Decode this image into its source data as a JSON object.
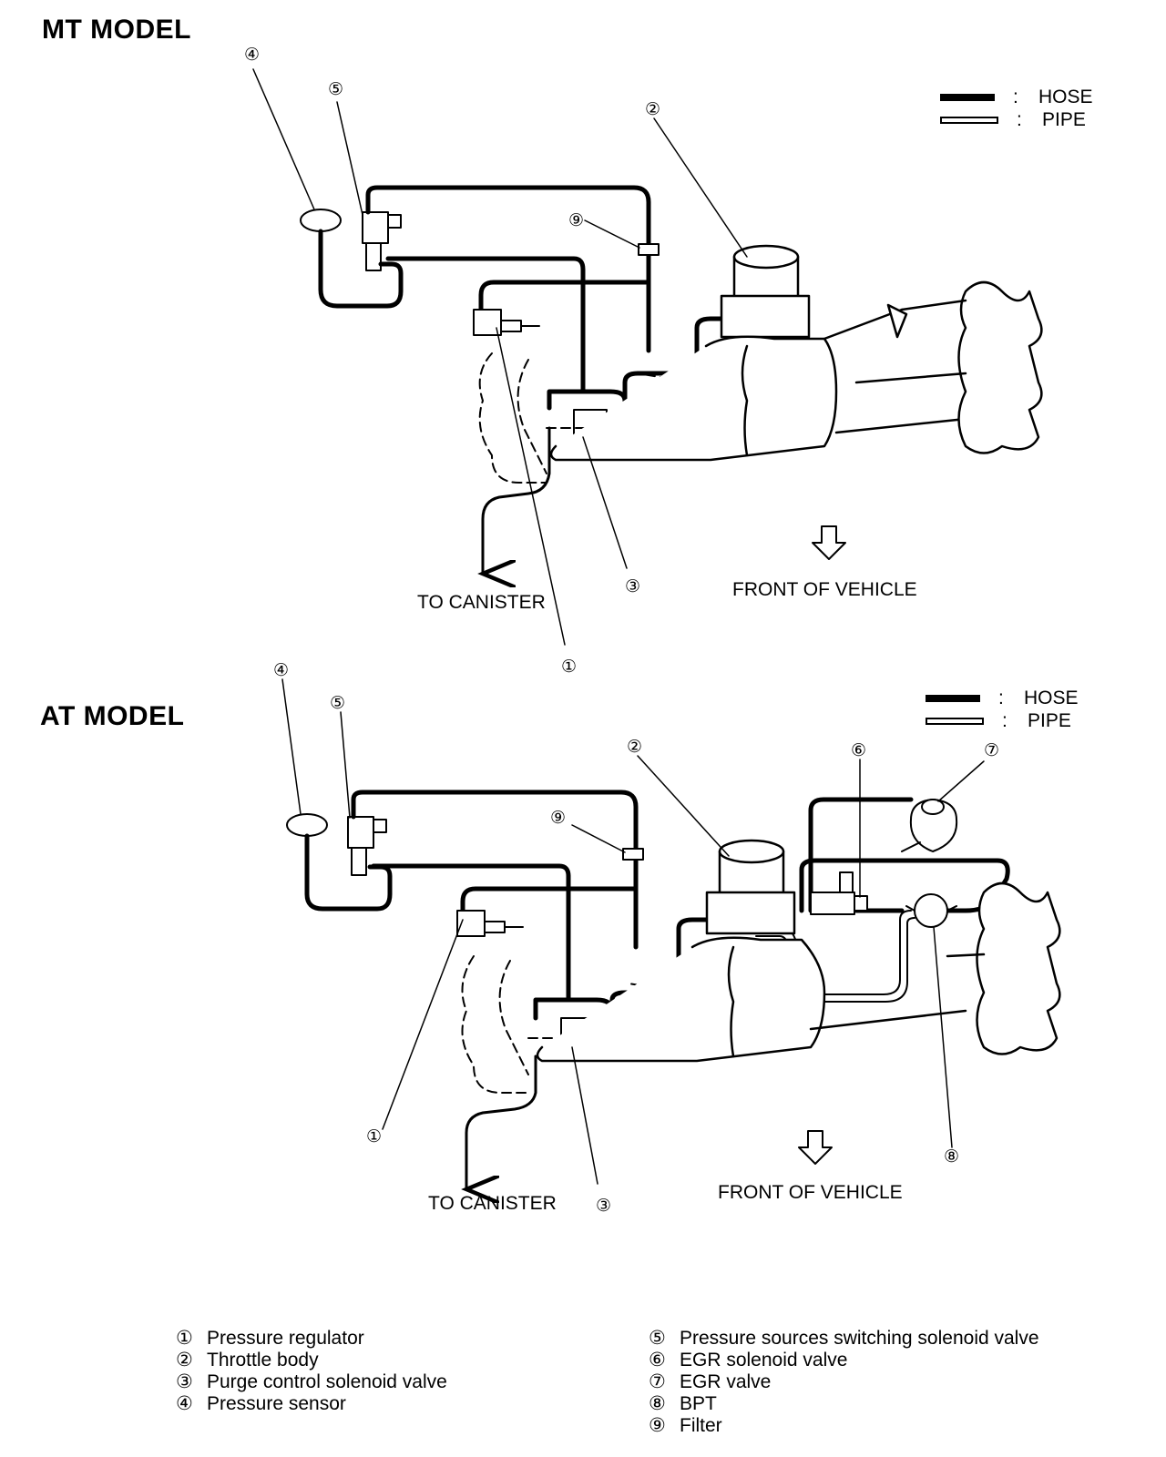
{
  "mt": {
    "title": "MT MODEL",
    "to_canister": "TO CANISTER",
    "front_of_vehicle": "FRONT OF VEHICLE",
    "callouts": [
      "①",
      "②",
      "③",
      "④",
      "⑤",
      "⑨"
    ]
  },
  "at": {
    "title": "AT MODEL",
    "to_canister": "TO CANISTER",
    "front_of_vehicle": "FRONT OF VEHICLE",
    "callouts": [
      "①",
      "②",
      "③",
      "④",
      "⑤",
      "⑥",
      "⑦",
      "⑧",
      "⑨"
    ]
  },
  "legend": {
    "hose": "HOSE",
    "pipe": "PIPE",
    "colon": ":"
  },
  "parts": [
    {
      "num": "①",
      "name": "Pressure regulator"
    },
    {
      "num": "②",
      "name": "Throttle body"
    },
    {
      "num": "③",
      "name": "Purge control solenoid valve"
    },
    {
      "num": "④",
      "name": "Pressure sensor"
    },
    {
      "num": "⑤",
      "name": "Pressure sources switching solenoid valve"
    },
    {
      "num": "⑥",
      "name": "EGR solenoid valve"
    },
    {
      "num": "⑦",
      "name": "EGR valve"
    },
    {
      "num": "⑧",
      "name": "BPT"
    },
    {
      "num": "⑨",
      "name": "Filter"
    }
  ]
}
